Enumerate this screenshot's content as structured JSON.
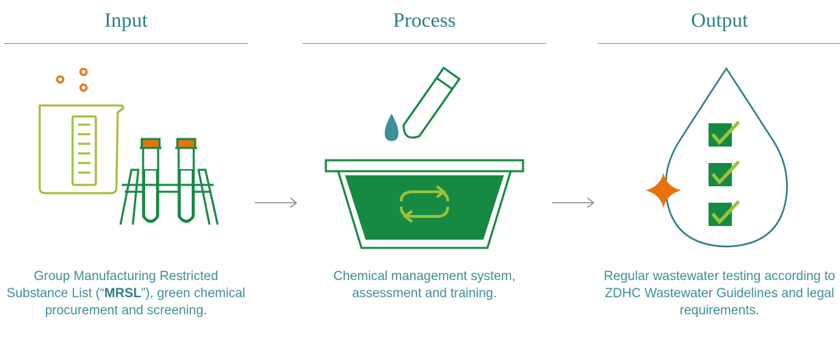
{
  "columns": [
    {
      "title": "Input",
      "desc_before": "Group Manufacturing Restricted Substance List (“",
      "desc_bold": "MRSL",
      "desc_after": "”), green chemical procurement and screening."
    },
    {
      "title": "Process",
      "desc": "Chemical management system, assessment and training."
    },
    {
      "title": "Output",
      "desc": "Regular wastewater testing according to ZDHC Wastewater Guidelines and legal requirements."
    }
  ],
  "colors": {
    "teal": "#2f7f86",
    "lime": "#9cc23a",
    "green": "#168a43",
    "orange": "#e8730c",
    "rule": "#8a8a8a"
  },
  "icons": [
    "beaker-test-tubes-icon",
    "chemical-recycle-bowl-icon",
    "water-drop-checklist-icon",
    "arrow-right-icon"
  ]
}
